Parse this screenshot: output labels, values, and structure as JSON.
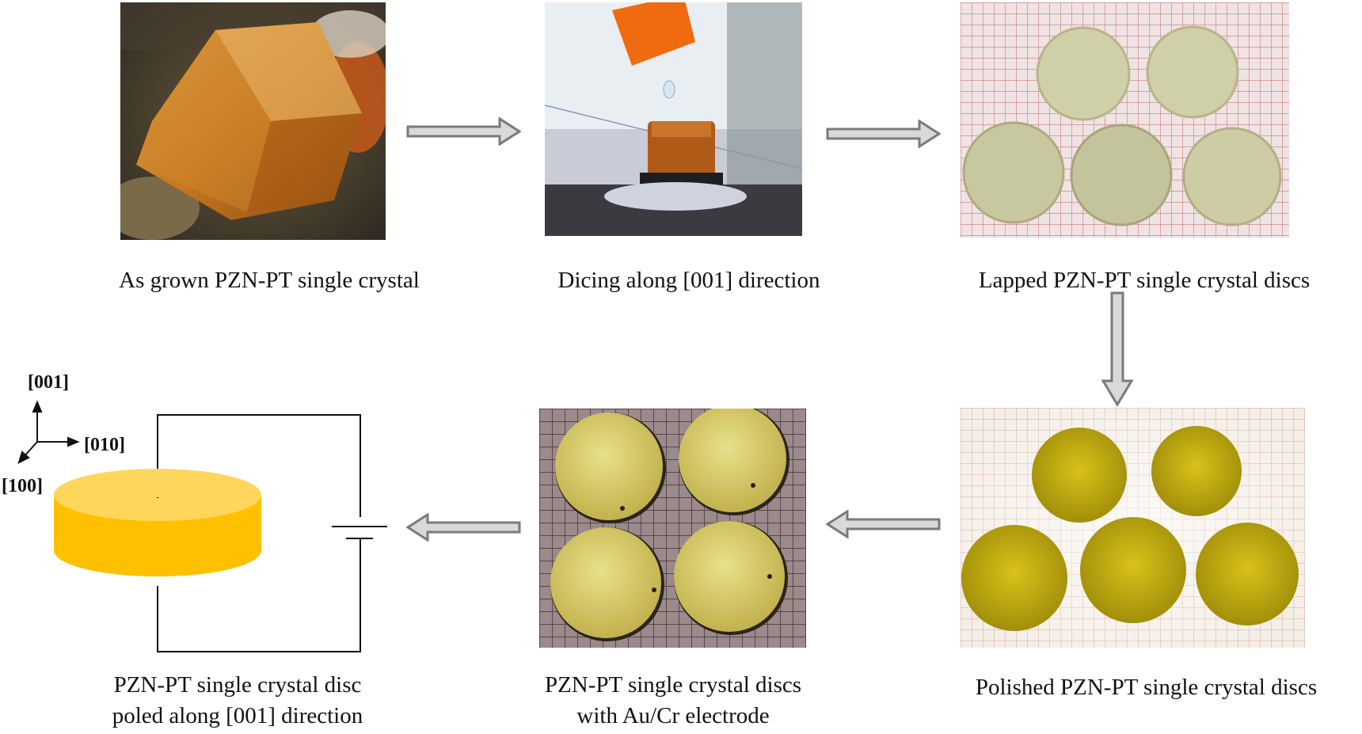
{
  "steps": {
    "as_grown": {
      "caption": "As grown PZN-PT single crystal"
    },
    "dicing": {
      "caption": "Dicing along [001] direction"
    },
    "lapped": {
      "caption": "Lapped PZN-PT single crystal discs"
    },
    "polished": {
      "caption": "Polished PZN-PT single crystal discs"
    },
    "electroded": {
      "caption_line1": "PZN-PT single crystal discs",
      "caption_line2": "with Au/Cr electrode"
    },
    "poled": {
      "caption_line1": "PZN-PT single crystal disc",
      "caption_line2": "poled along [001] direction"
    }
  },
  "axes": {
    "z": "[001]",
    "y": "[010]",
    "x": "[100]"
  },
  "colors": {
    "arrow_fill": "#d9d9d9",
    "arrow_stroke": "#7a7a7a",
    "disc_top": "#ffd65c",
    "disc_side": "#ffc000",
    "crystal": "#c8781e",
    "lapped_disc": "#cfcfa8",
    "polished_disc": "#c9b000",
    "electrode_disc": "#d9cf6e"
  },
  "icons": {
    "flow_arrow": "hollow-block-arrow",
    "battery": "battery-symbol"
  }
}
